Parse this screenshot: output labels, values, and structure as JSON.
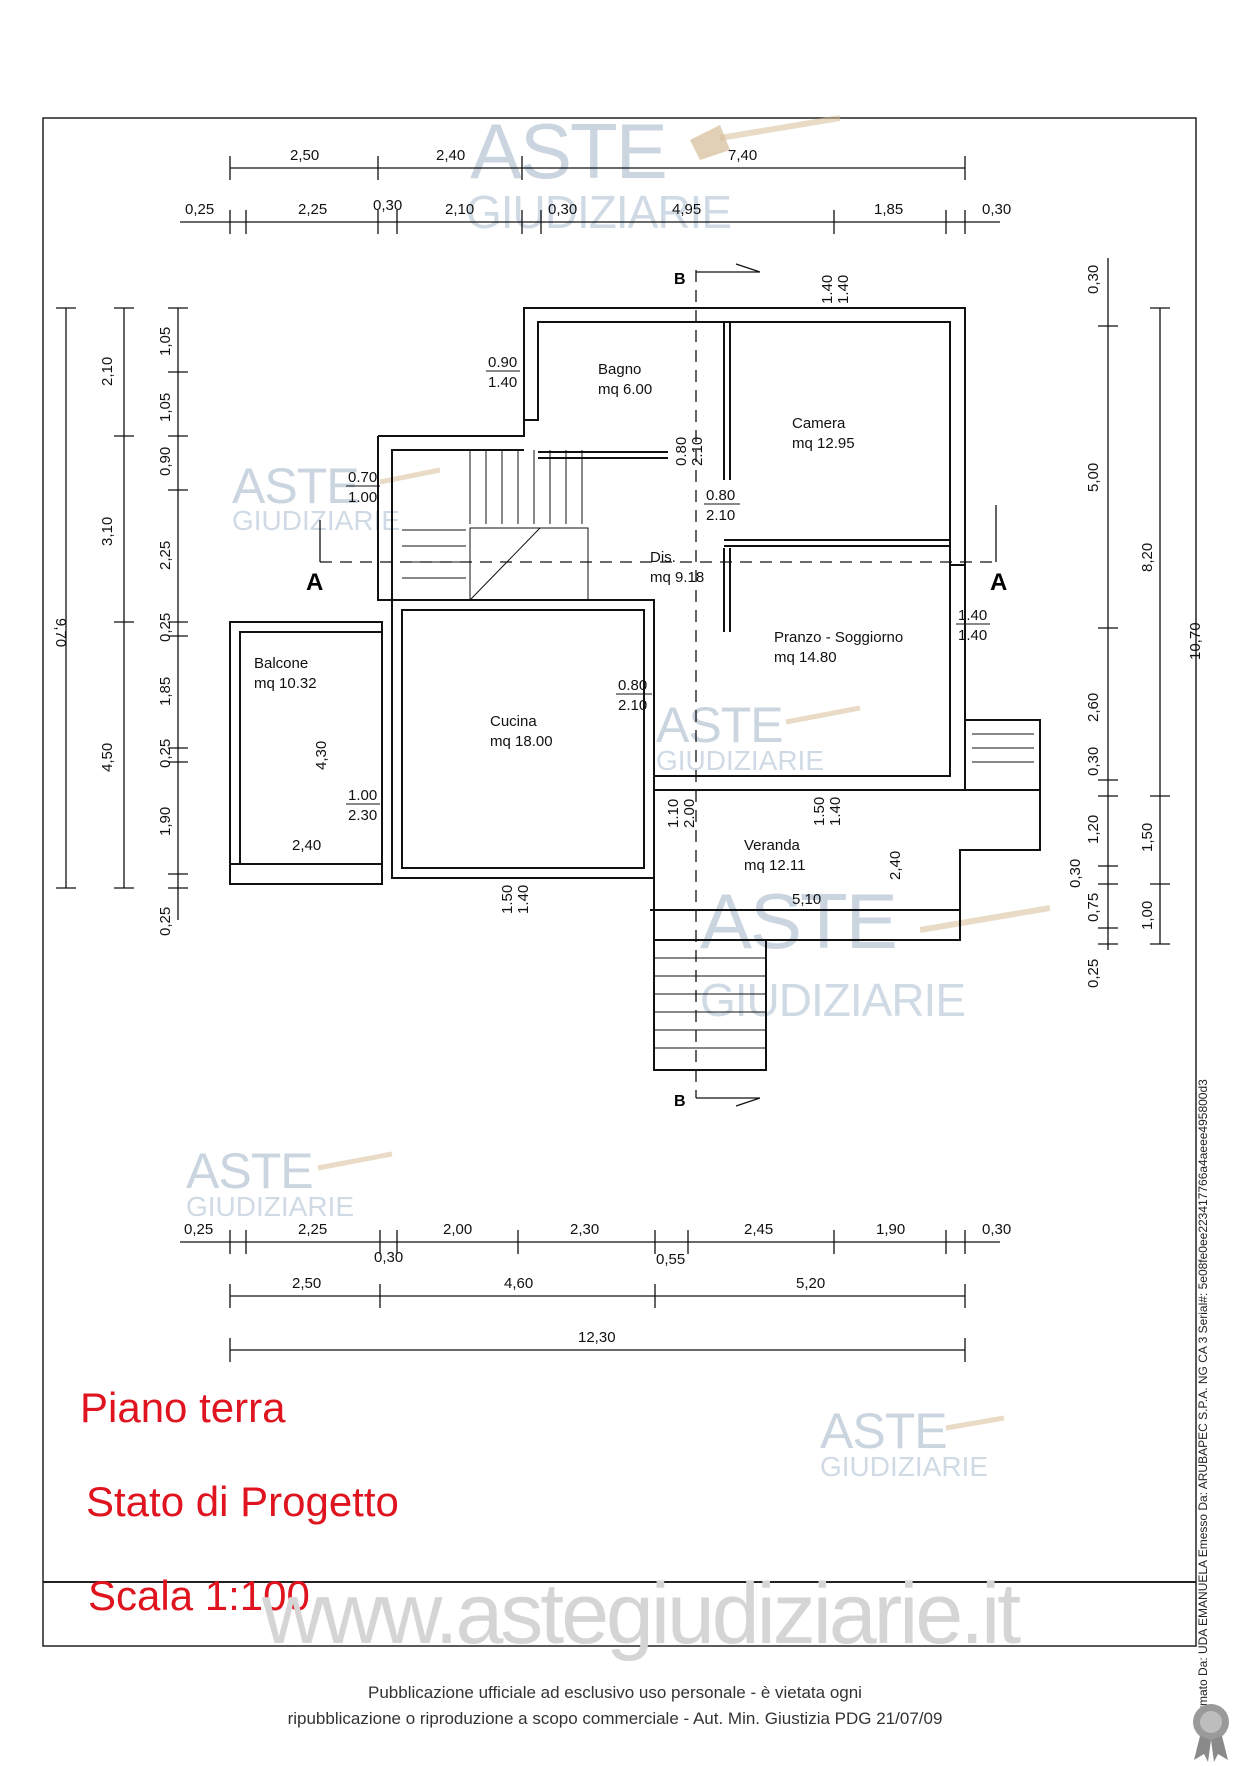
{
  "watermark": {
    "brand": "ASTE",
    "brand_sub": "GIUDIZIARIE",
    "url": "www.astegiudiziarie.it"
  },
  "plan": {
    "rooms": [
      {
        "name": "Bagno",
        "area": "mq 6.00"
      },
      {
        "name": "Camera",
        "area": "mq 12.95"
      },
      {
        "name": "Dis.",
        "area": "mq 9.18"
      },
      {
        "name": "Pranzo - Soggiorno",
        "area": "mq 14.80"
      },
      {
        "name": "Cucina",
        "area": "mq 18.00"
      },
      {
        "name": "Balcone",
        "area": "mq 10.32"
      },
      {
        "name": "Veranda",
        "area": "mq 12.11"
      }
    ],
    "section_marks": {
      "a_left": "A",
      "a_right": "A",
      "b_top": "B",
      "b_bottom": "B"
    },
    "top_dims_1": [
      "2,50",
      "2,40",
      "7,40"
    ],
    "top_dims_2": [
      "0,25",
      "2,25",
      "0,30",
      "2,10",
      "0,30",
      "4,95",
      "1,85",
      "0,30"
    ],
    "bottom_dims_1": [
      "0,25",
      "2,25",
      "0,30",
      "2,00",
      "2,30",
      "0,55",
      "2,45",
      "1,90",
      "0,30"
    ],
    "bottom_dims_2": [
      "2,50",
      "4,60",
      "5,20"
    ],
    "bottom_dims_3": [
      "12,30"
    ],
    "left_outer": "9,70",
    "left_mid": [
      "2,10",
      "3,10",
      "4,50"
    ],
    "left_inner": [
      "1,05",
      "1,05",
      "0,90",
      "2,25",
      "0,25",
      "1,85",
      "0,25",
      "1,90",
      "0,25"
    ],
    "right_inner": [
      "0,30",
      "5,00",
      "2,60",
      "0,30",
      "1,20",
      "0,30",
      "0,75",
      "0,25"
    ],
    "right_mid": [
      "8,20",
      "1,50",
      "1,00"
    ],
    "right_outer": "10,70",
    "openings": [
      {
        "top": "0.90",
        "bottom": "1.40"
      },
      {
        "top": "0.70",
        "bottom": "1.00"
      },
      {
        "top": "1.40",
        "bottom": "1.40"
      },
      {
        "top": "0.80",
        "bottom": "2.10"
      },
      {
        "top": "0.80",
        "bottom": "2.10"
      },
      {
        "top": "1.40",
        "bottom": "1.40"
      },
      {
        "top": "0.80",
        "bottom": "2.10"
      },
      {
        "top": "1.00",
        "bottom": "2.30"
      },
      {
        "top": "1.10",
        "bottom": "2.00"
      },
      {
        "top": "1.50",
        "bottom": "1.40"
      },
      {
        "top": "1.50",
        "bottom": "1.40"
      }
    ],
    "misc_dims": {
      "balcone_height": "4,30",
      "balcone_width": "2,40",
      "veranda_height": "2,40",
      "veranda_width": "5,10"
    }
  },
  "titles": {
    "line1": "Piano terra",
    "line2": "Stato di Progetto",
    "line3": "Scala 1:100"
  },
  "footer": {
    "line1": "Pubblicazione ufficiale ad esclusivo uso personale - è vietata ogni",
    "line2": "ripubblicazione o riproduzione a scopo commerciale - Aut. Min. Giustizia PDG 21/07/09"
  },
  "signature": "Firmato Da: UDA EMANUELA Emesso Da: ARUBAPEC S.P.A. NG CA 3 Serial#: 5e08fe0ee223417766a4aeee495800d3"
}
